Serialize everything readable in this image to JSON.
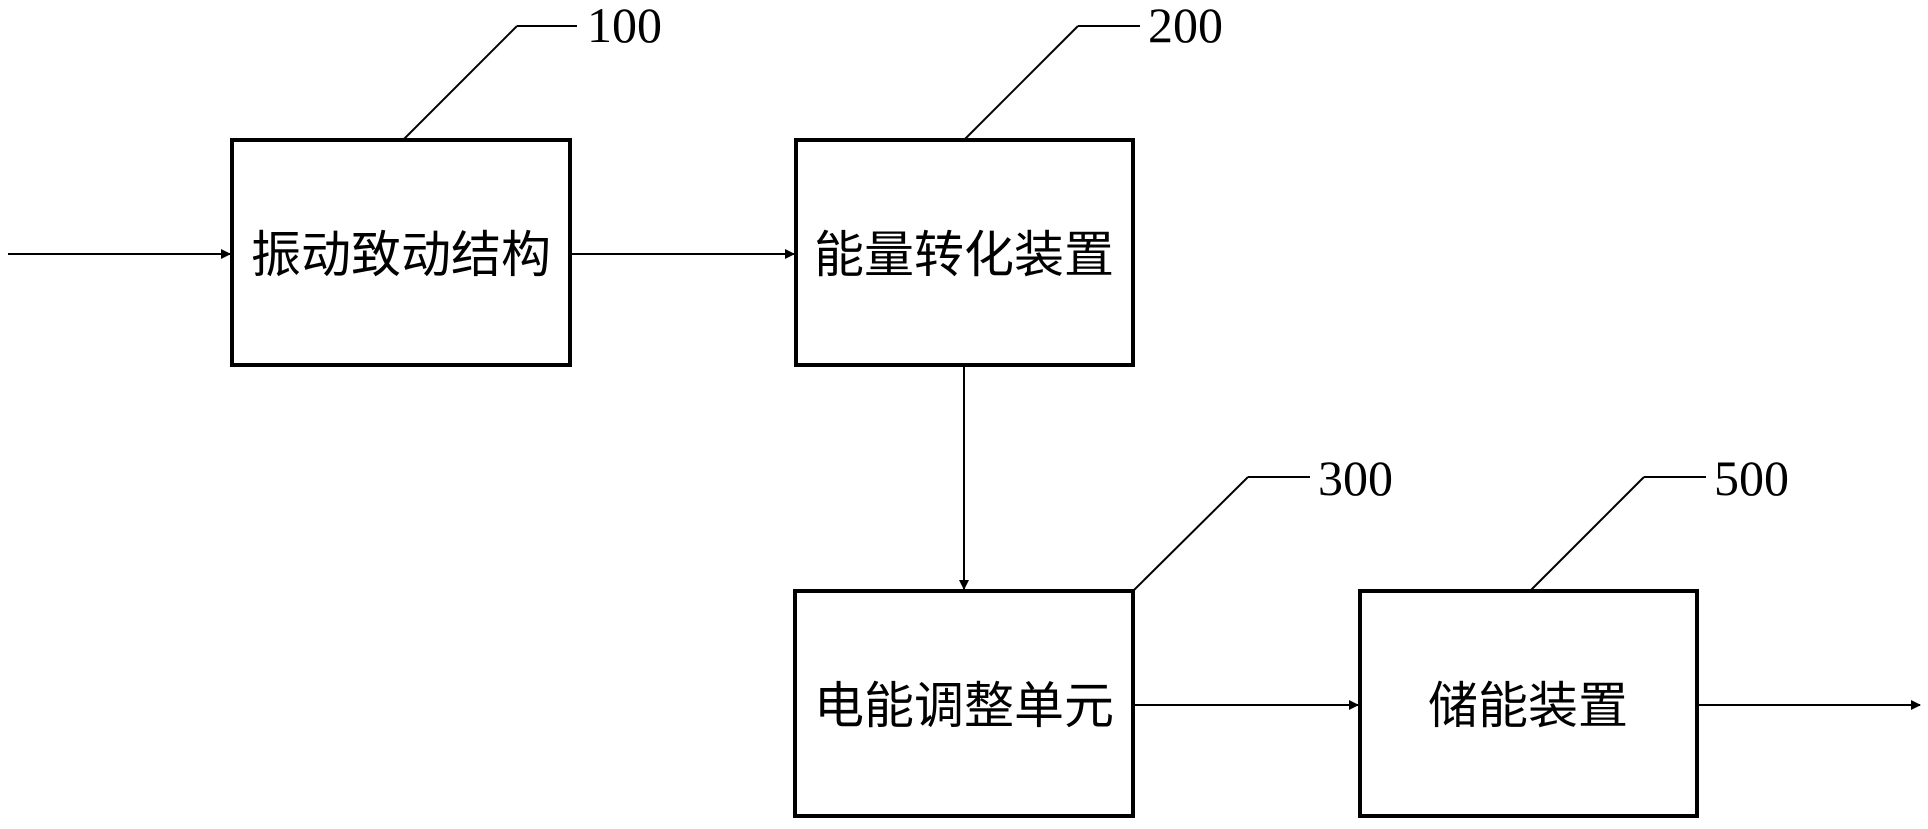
{
  "blocks": [
    {
      "id": "vibration-actuation-structure",
      "label": "振动致动结构",
      "ref": "100"
    },
    {
      "id": "energy-conversion-device",
      "label": "能量转化装置",
      "ref": "200"
    },
    {
      "id": "power-regulation-unit",
      "label": "电能调整单元",
      "ref": "300"
    },
    {
      "id": "energy-storage-device",
      "label": "储能装置",
      "ref": "500"
    }
  ]
}
